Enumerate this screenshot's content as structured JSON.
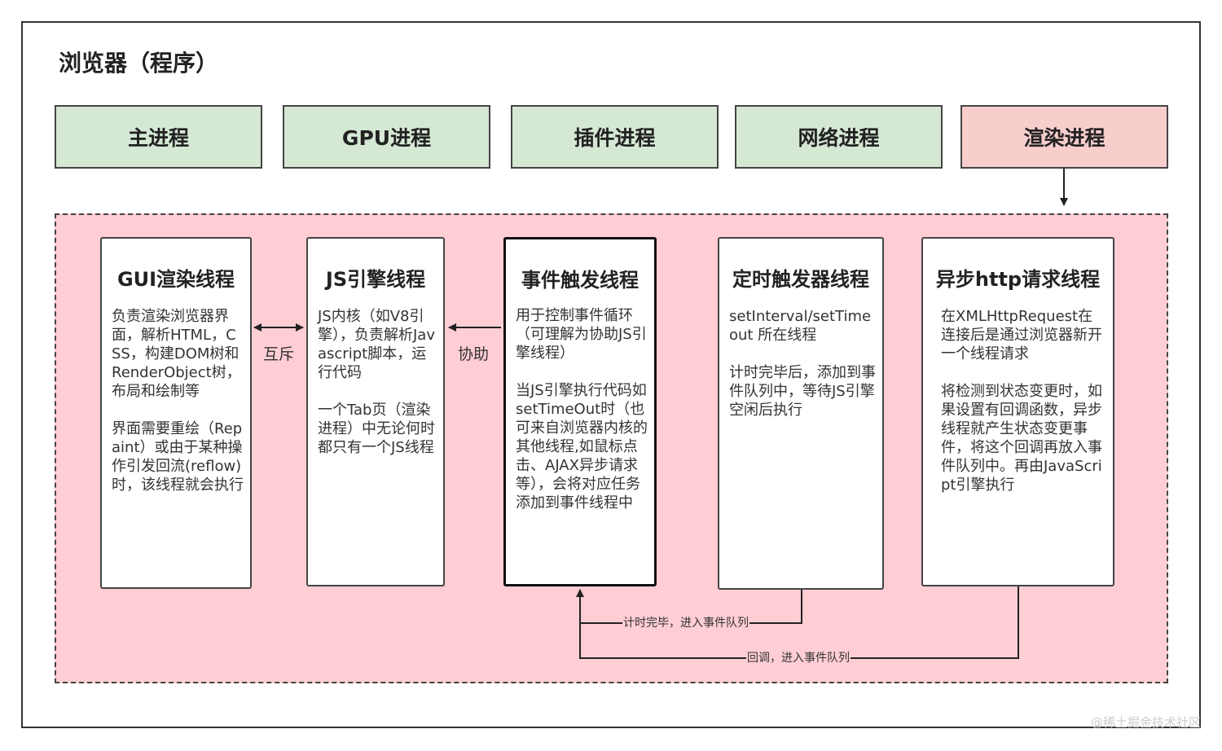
{
  "title": "浏览器（程序）",
  "processes": [
    {
      "label": "主进程",
      "color": "#d5e8d4"
    },
    {
      "label": "GPU进程",
      "color": "#d5e8d4"
    },
    {
      "label": "插件进程",
      "color": "#d5e8d4"
    },
    {
      "label": "网络进程",
      "color": "#d5e8d4"
    },
    {
      "label": "渲染进程",
      "color": "#f8cecc"
    }
  ],
  "threads": [
    {
      "title": "GUI渲染线程",
      "body": "负责渲染浏览器界面，解析HTML，CSS，构建DOM树和RenderObject树，布局和绘制等\n\n界面需要重绘（Repaint）或由于某种操作引发回流(reflow)时，该线程就会执行"
    },
    {
      "title": "JS引擎线程",
      "body": "JS内核（如V8引擎），负责解析Javascript脚本，运行代码\n\n一个Tab页（渲染进程）中无论何时都只有一个JS线程"
    },
    {
      "title": "事件触发线程",
      "body": "用于控制事件循环（可理解为协助JS引擎线程）\n\n当JS引擎执行代码如setTimeOut时（也可来自浏览器内核的其他线程,如鼠标点击、AJAX异步请求等），会将对应任务添加到事件线程中"
    },
    {
      "title": "定时触发器线程",
      "body": "setInterval/setTimeout 所在线程\n\n计时完毕后，添加到事件队列中，等待JS引擎空闲后执行"
    },
    {
      "title": "异步http请求线程",
      "body": "在XMLHttpRequest在连接后是通过浏览器新开一个线程请求\n\n将检测到状态变更时，如果设置有回调函数，异步线程就产生状态变更事件，将这个回调再放入事件队列中。再由JavaScript引擎执行"
    }
  ],
  "edges": {
    "mutex": "互斥",
    "assist": "协助",
    "timer_done": "计时完毕，进入事件队列",
    "callback": "回调，进入事件队列"
  },
  "colors": {
    "render_area": "#ffcdd4",
    "process_green": "#d5e8d4",
    "process_pink": "#f8cecc"
  },
  "watermark": "@稀土掘金技术社区"
}
